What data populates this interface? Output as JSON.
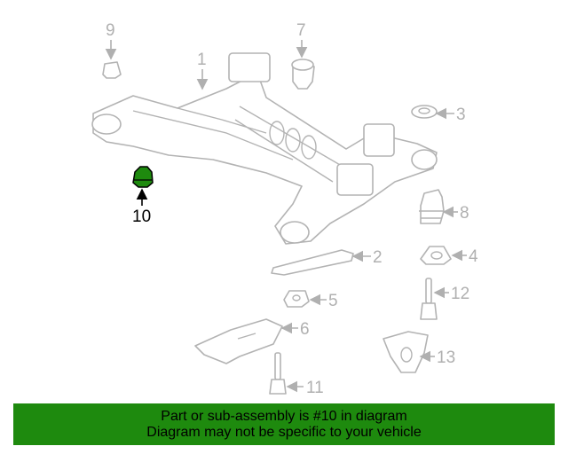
{
  "diagram": {
    "callouts": [
      "1",
      "2",
      "3",
      "4",
      "5",
      "6",
      "7",
      "8",
      "9",
      "10",
      "11",
      "12",
      "13"
    ],
    "highlighted_part": "10",
    "highlight_color": "#1e8a0e"
  },
  "banner": {
    "line1": "Part or sub-assembly is #10 in diagram",
    "line2": "Diagram may not be specific to your vehicle",
    "background": "#1e8a0e"
  }
}
